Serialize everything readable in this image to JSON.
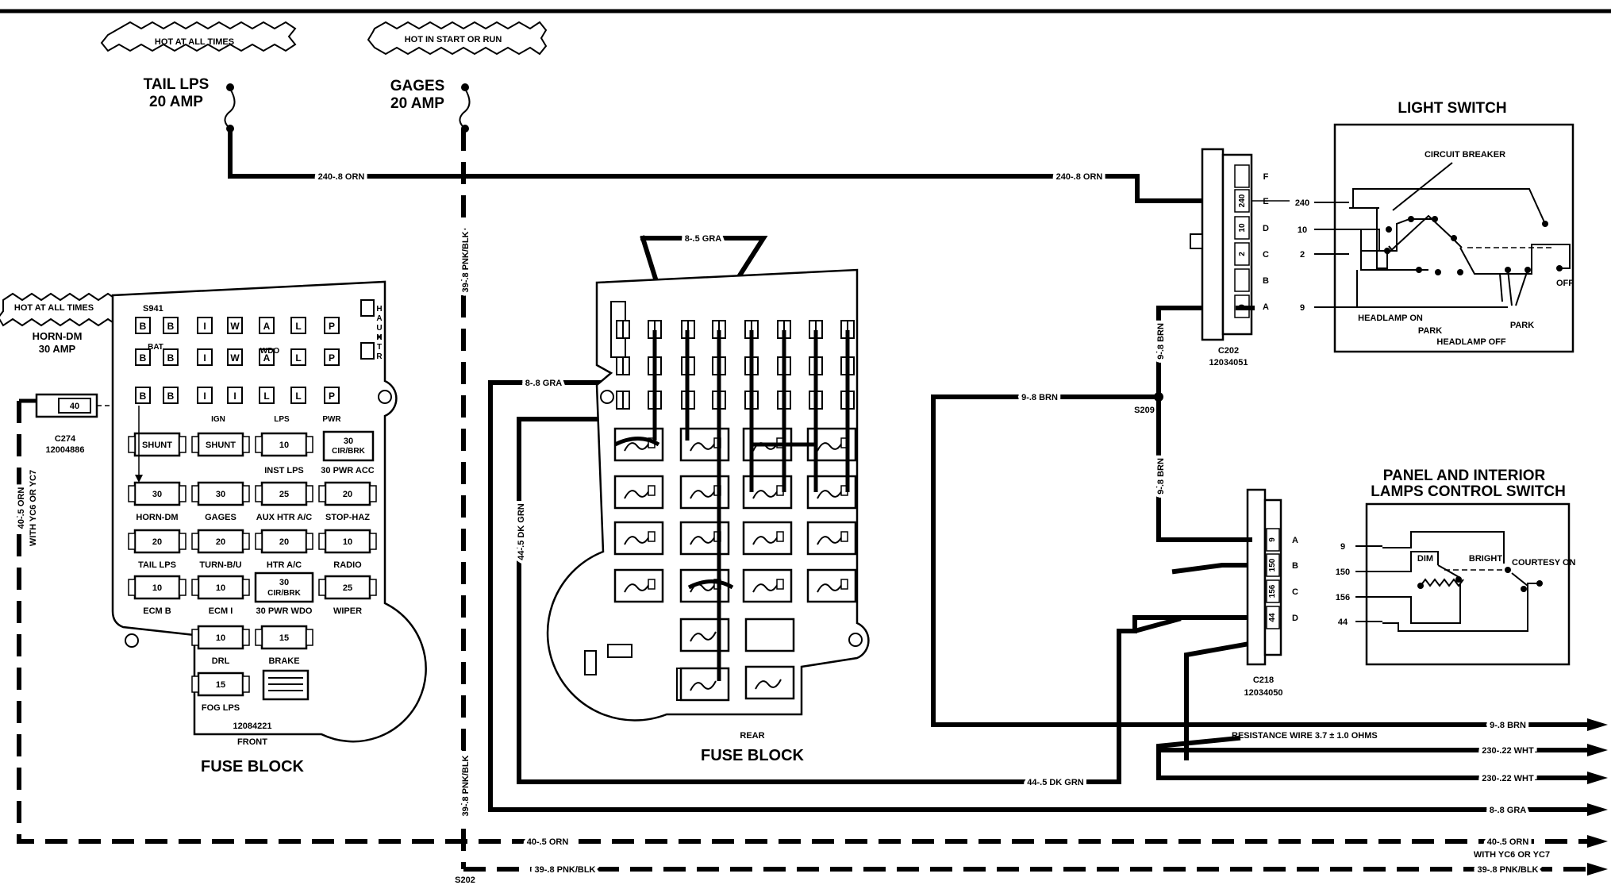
{
  "tags": {
    "hot_at_all_times": "HOT AT ALL TIMES",
    "hot_in_start_or_run": "HOT IN START OR RUN"
  },
  "fuses": {
    "tail_lps": "TAIL LPS",
    "tail_amp": "20 AMP",
    "gages": "GAGES",
    "gages_amp": "20 AMP",
    "horn_dm": "HORN-DM",
    "horn_amp": "30 AMP"
  },
  "wires": {
    "w240_orn": "240-.8 ORN",
    "w39_pnkblk": "39-.8 PNK/BLK",
    "w8_gra": "8-.8 GRA",
    "w8_gra_top": "8-.5 GRA",
    "w44_dkgrn": "44-.5 DK GRN",
    "w44_dkgrn_b": "44-.5 DK GRN",
    "w9_brn": "9-.8 BRN",
    "w40_orn": "40-.5 ORN",
    "w40_orn_v": "40-.5 ORN",
    "w39_bottom": "39-.8 PNK/BLK",
    "w39_lower": "39-.8 PNK/BLK"
  },
  "splices": {
    "s209": "S209",
    "s202": "S202"
  },
  "connectors": {
    "c274": "C274",
    "c274_num": "12004886",
    "c274_pin": "40",
    "c274_note": "WITH YC6 OR YC7",
    "c202": "C202",
    "c202_num": "12034051",
    "c218": "C218",
    "c218_num": "12034050",
    "c202_letters": [
      "F",
      "E",
      "D",
      "C",
      "B",
      "A"
    ],
    "c202_wires": [
      "240",
      "10",
      "2",
      "9"
    ],
    "c218_letters": [
      "A",
      "B",
      "C",
      "D"
    ],
    "c218_wires": [
      "9",
      "150",
      "156",
      "44"
    ]
  },
  "light_switch": {
    "title": "LIGHT SWITCH",
    "circuit_breaker": "CIRCUIT BREAKER",
    "off": "OFF",
    "headlamp_on": "HEADLAMP ON",
    "park": "PARK",
    "headlamp_off": "HEADLAMP OFF",
    "park2": "PARK",
    "wires": [
      "240",
      "10",
      "2",
      "9"
    ]
  },
  "panel_switch": {
    "title1": "PANEL AND INTERIOR",
    "title2": "LAMPS CONTROL SWITCH",
    "dim": "DIM",
    "bright": "BRIGHT",
    "courtesy": "COURTESY ON",
    "wires": [
      "9",
      "150",
      "156",
      "44"
    ]
  },
  "front_fuse_block": {
    "id": "S941",
    "part": "12084221",
    "front": "FRONT",
    "title": "FUSE BLOCK",
    "row1": [
      "B",
      "B",
      "I",
      "W",
      "A",
      "L",
      "P"
    ],
    "row2": [
      "B",
      "B",
      "I",
      "W",
      "A",
      "L",
      "P"
    ],
    "row3": [
      "B",
      "B",
      "I",
      "I",
      "L",
      "L",
      "P"
    ],
    "side": [
      "H",
      "A",
      "U",
      "X",
      "H",
      "T",
      "R"
    ],
    "bat": "BAT",
    "wdo": "WDO",
    "ign": "IGN",
    "lps": "LPS",
    "pwr": "PWR",
    "shunt1": "SHUNT",
    "shunt2": "SHUNT",
    "f10a": "10",
    "cirbrk30": "30 CIR/BRK",
    "inst_lps": "INST LPS",
    "pwr_acc": "30 PWR ACC",
    "r2": [
      "30",
      "30",
      "25",
      "20"
    ],
    "r2lab": [
      "HORN-DM",
      "GAGES",
      "AUX HTR A/C",
      "STOP-HAZ"
    ],
    "r3": [
      "20",
      "20",
      "20",
      "10"
    ],
    "r3lab": [
      "TAIL LPS",
      "TURN-B/U",
      "HTR A/C",
      "RADIO"
    ],
    "r4": [
      "10",
      "10",
      "30 CIR/BRK",
      "25"
    ],
    "r4lab": [
      "ECM B",
      "ECM I",
      "30 PWR WDO",
      "WIPER"
    ],
    "r5": [
      "10",
      "15"
    ],
    "r5lab": [
      "DRL",
      "BRAKE"
    ],
    "r6": "15",
    "r6lab": "FOG LPS"
  },
  "rear_fuse_block": {
    "rear": "REAR",
    "title": "FUSE BLOCK"
  },
  "resistance": "RESISTANCE WIRE 3.7 ± 1.0 OHMS",
  "outputs": [
    "9-.8 BRN",
    "230-.22 WHT",
    "230-.22 WHT",
    "8-.8 GRA",
    "40-.5 ORN",
    "WITH YC6 OR YC7",
    "39-.8 PNK/BLK"
  ]
}
